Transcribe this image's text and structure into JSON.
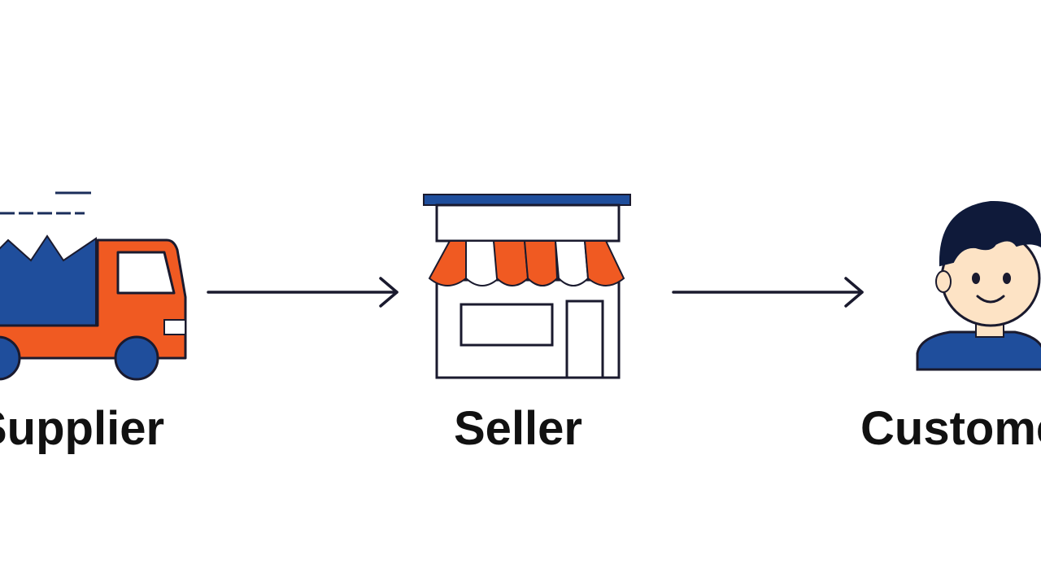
{
  "nodes": [
    {
      "id": "supplier",
      "label": "Supplier",
      "icon": "truck-icon"
    },
    {
      "id": "seller",
      "label": "Seller",
      "icon": "shop-icon"
    },
    {
      "id": "customer",
      "label": "Customer",
      "icon": "person-icon"
    }
  ],
  "edges": [
    {
      "from": "supplier",
      "to": "seller"
    },
    {
      "from": "seller",
      "to": "customer"
    }
  ],
  "colors": {
    "orange": "#f05a22",
    "navy": "#1f4e9c",
    "outline": "#1a1a2e",
    "skin": "#fde3c5",
    "hair": "#0f1a3a"
  }
}
